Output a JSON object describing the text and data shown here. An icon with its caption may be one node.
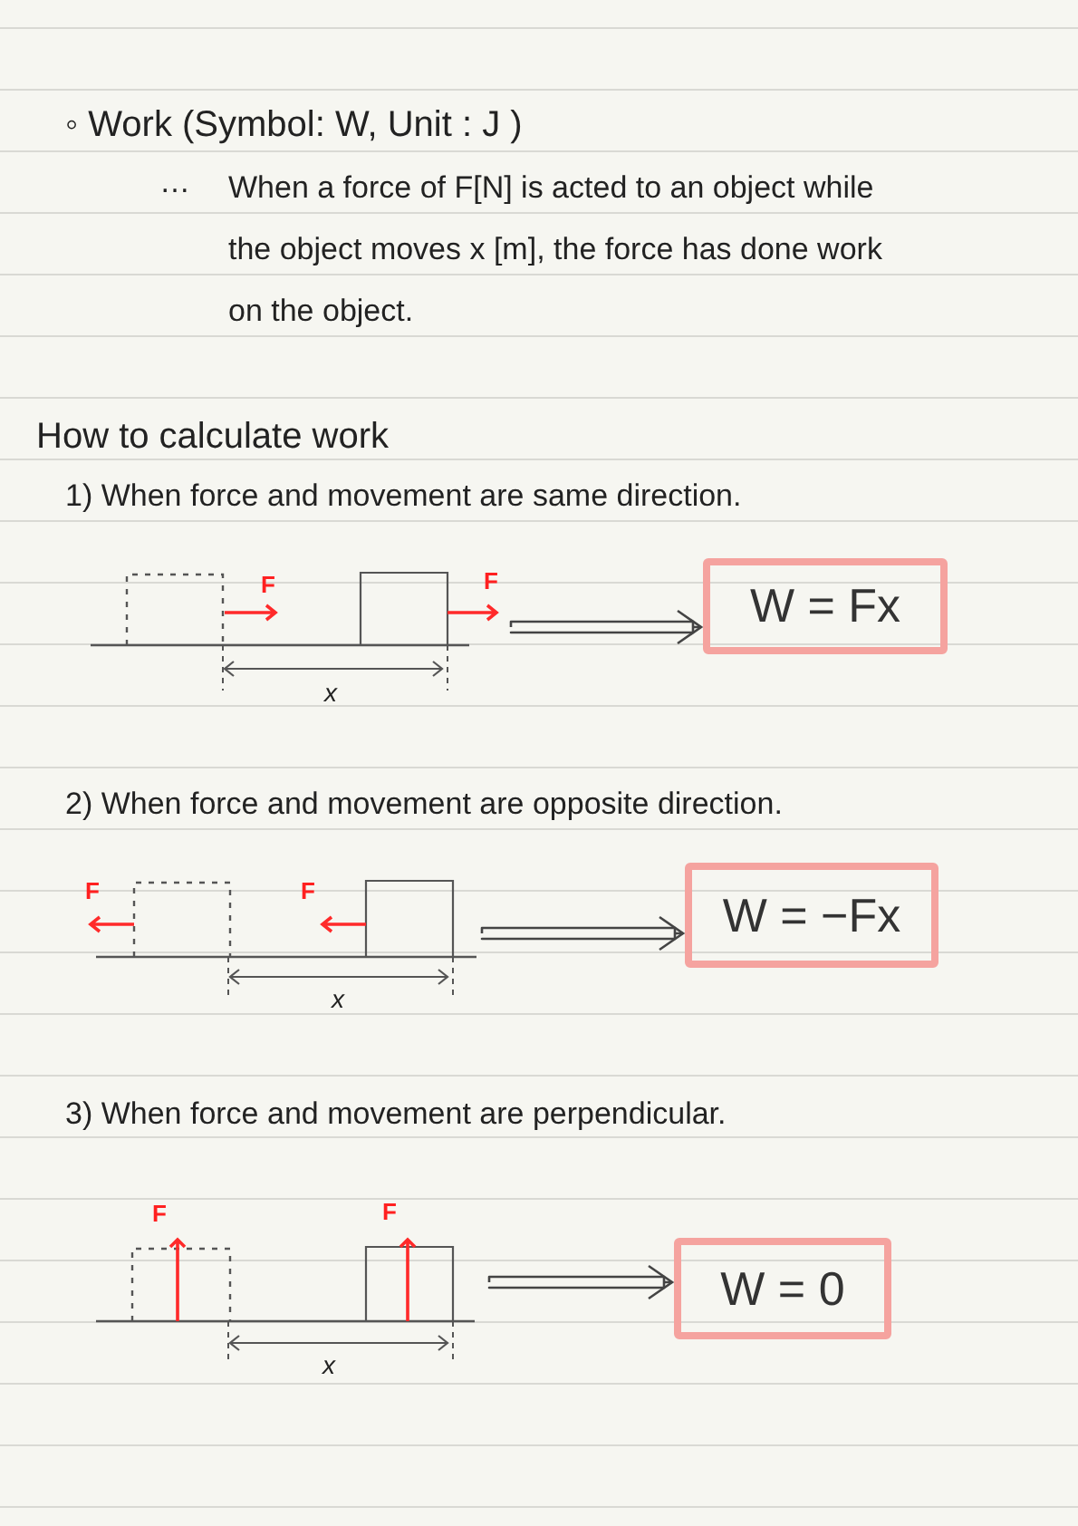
{
  "diagram": {
    "nodes": [
      {
        "text": [],
        "shape": "picture"
      },
      {
        "text": [
          "W = Fx"
        ]
      },
      {
        "text": [],
        "shape": "picture"
      },
      {
        "text": [
          "W = −Fx"
        ]
      },
      {
        "text": [],
        "shape": "picture"
      },
      {
        "text": [
          "W = 0"
        ]
      }
    ],
    "edges": [
      {
        "from": 0,
        "to": 1,
        "arrow": "to"
      },
      {
        "from": 2,
        "to": 3,
        "arrow": "to"
      },
      {
        "from": 4,
        "to": 5,
        "arrow": "to"
      }
    ],
    "labels": [
      "◦ Work (Symbol: W, Unit : J )",
      "…",
      "When a force of F[N] is acted to an object while the object moves x [m], the force has done work on the object.",
      "How to calculate work",
      "1) When force and movement are same direction.",
      "F",
      "F",
      "x",
      "2) When force and movement are opposite direction.",
      "F",
      "F",
      "x",
      "3) When force and movement are perpendicular.",
      "F",
      "F",
      "x"
    ]
  }
}
